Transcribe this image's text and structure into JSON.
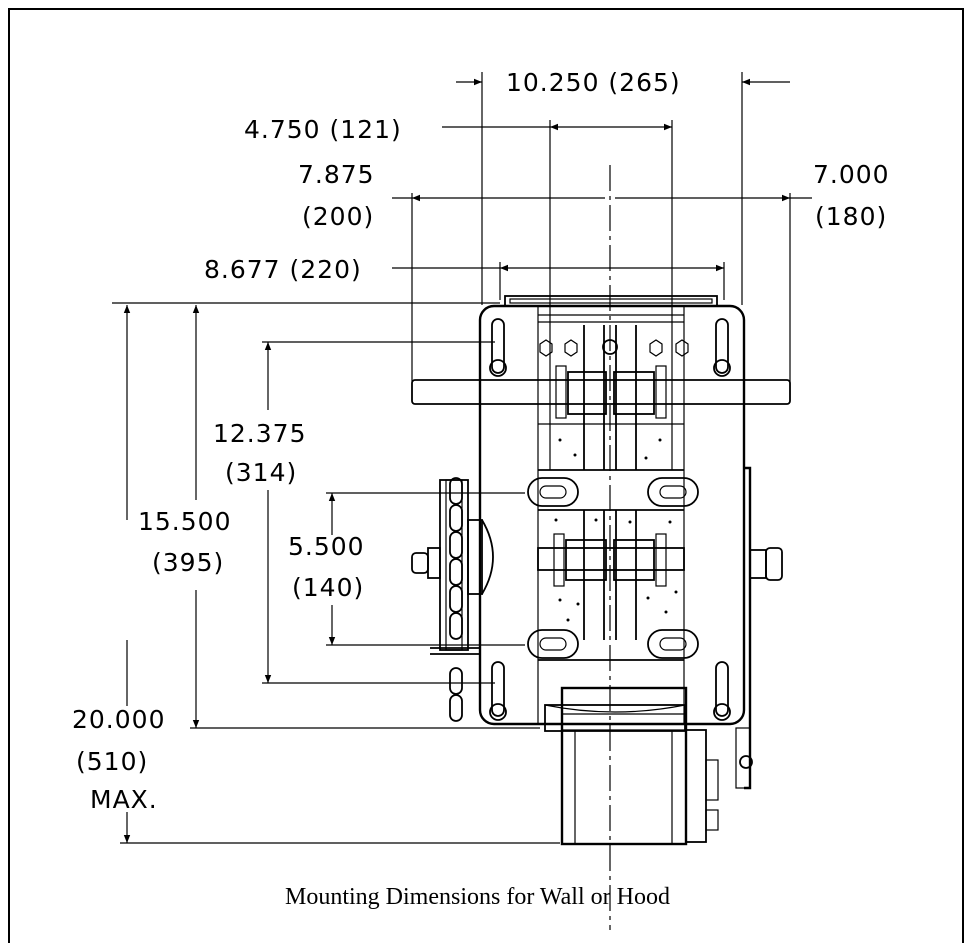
{
  "caption": "Mounting Dimensions for Wall or Hood",
  "dimensions": {
    "overall_width": "10.250 (265)",
    "inner_spacing": "4.750 (121)",
    "left_shaft_a": "7.875",
    "left_shaft_b": "(200)",
    "right_shaft_a": "7.000",
    "right_shaft_b": "(180)",
    "base_width": "8.677 (220)",
    "slot_height_a": "12.375",
    "slot_height_b": "(314)",
    "center_slot_a": "5.500",
    "center_slot_b": "(140)",
    "plate_height_a": "15.500",
    "plate_height_b": "(395)",
    "overall_height_a": "20.000",
    "overall_height_b": "(510)",
    "overall_height_c": "MAX."
  }
}
